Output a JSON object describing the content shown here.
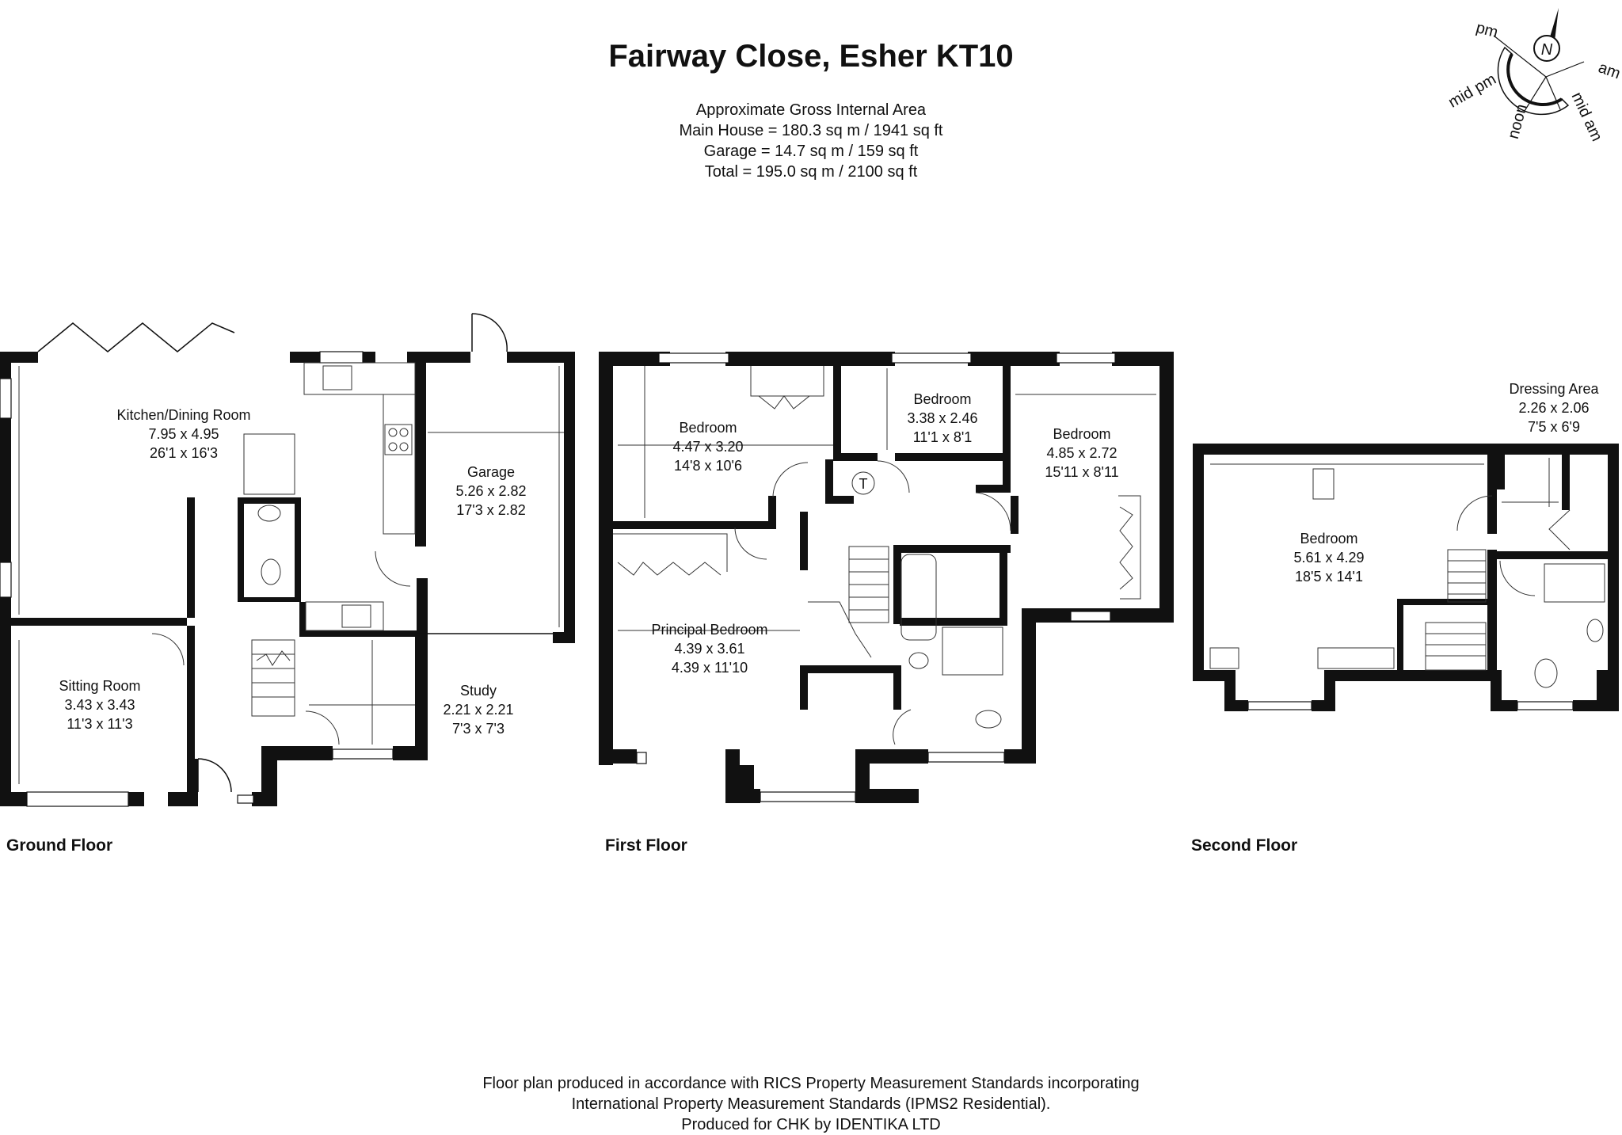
{
  "title": "Fairway Close, Esher KT10",
  "area": [
    "Approximate Gross Internal Area",
    "Main House = 180.3 sq m / 1941 sq ft",
    "Garage = 14.7 sq m / 159 sq ft",
    "Total = 195.0 sq m / 2100 sq ft"
  ],
  "compass": {
    "north": "N",
    "pm": "pm",
    "am": "am",
    "mid_pm": "mid pm",
    "noon": "noon",
    "mid_am": "mid am"
  },
  "floors": {
    "ground": {
      "label": "Ground Floor",
      "rooms": [
        {
          "name": "Kitchen/Dining Room",
          "metric": "7.95 x 4.95",
          "imperial": "26'1 x 16'3"
        },
        {
          "name": "Garage",
          "metric": "5.26 x 2.82",
          "imperial": "17'3 x 2.82"
        },
        {
          "name": "Sitting Room",
          "metric": "3.43 x 3.43",
          "imperial": "11'3 x 11'3"
        },
        {
          "name": "Study",
          "metric": "2.21 x 2.21",
          "imperial": "7'3 x 7'3"
        }
      ]
    },
    "first": {
      "label": "First Floor",
      "rooms": [
        {
          "name": "Bedroom",
          "metric": "4.47 x 3.20",
          "imperial": "14'8 x 10'6"
        },
        {
          "name": "Bedroom",
          "metric": "3.38 x 2.46",
          "imperial": "11'1 x 8'1"
        },
        {
          "name": "Bedroom",
          "metric": "4.85 x 2.72",
          "imperial": "15'11 x 8'11"
        },
        {
          "name": "Principal Bedroom",
          "metric": "4.39 x 3.61",
          "imperial": "4.39 x 11'10"
        }
      ],
      "tank_label": "T"
    },
    "second": {
      "label": "Second Floor",
      "rooms": [
        {
          "name": "Dressing Area",
          "metric": "2.26 x 2.06",
          "imperial": "7'5 x 6'9"
        },
        {
          "name": "Bedroom",
          "metric": "5.61 x 4.29",
          "imperial": "18'5 x 14'1"
        }
      ]
    }
  },
  "footer": [
    "Floor plan produced in accordance with RICS Property Measurement Standards incorporating",
    "International Property Measurement Standards (IPMS2 Residential).",
    "Produced for CHK by IDENTIKA LTD"
  ]
}
